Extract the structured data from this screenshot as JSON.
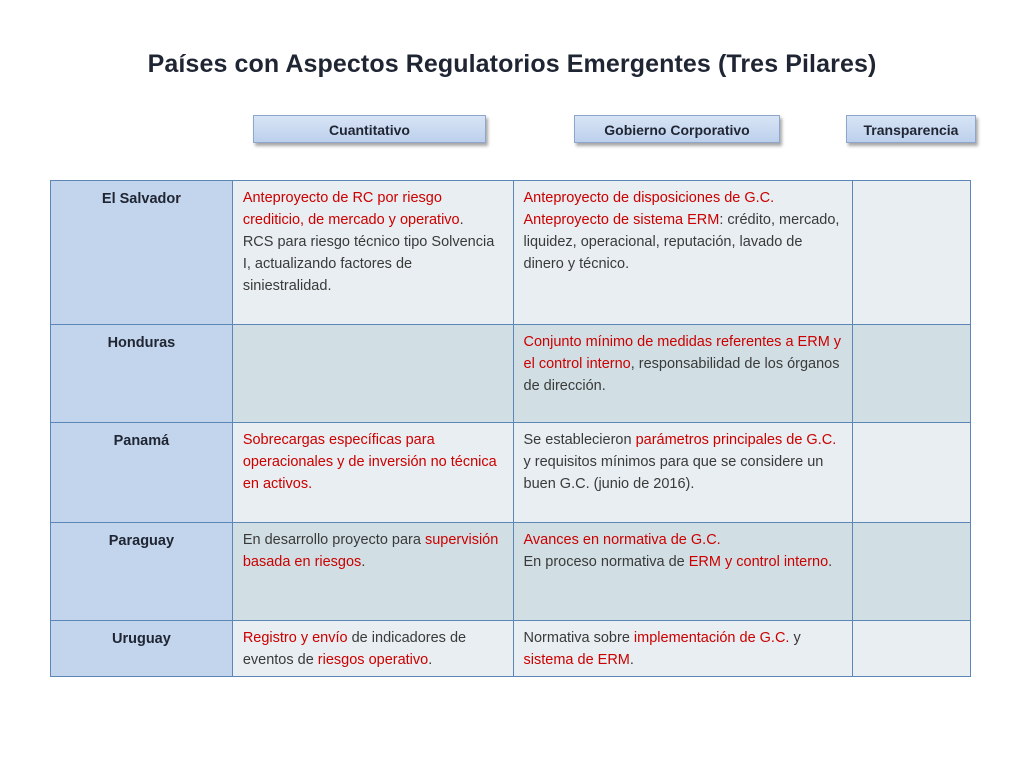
{
  "title": "Países con Aspectos Regulatorios Emergentes (Tres Pilares)",
  "pillars": [
    "Cuantitativo",
    "Gobierno Corporativo",
    "Transparencia"
  ],
  "colors": {
    "red_text": "#cc0000",
    "country_bg": "#c3d5ec",
    "border": "#5b86b5"
  },
  "rows": [
    {
      "country": "El Salvador",
      "cuantitativo": [
        [
          {
            "t": "Anteproyecto de RC por riesgo crediticio, de mercado y operativo",
            "red": true
          },
          {
            "t": ".",
            "red": false
          }
        ],
        [
          {
            "t": "RCS para riesgo técnico tipo Solvencia I, actualizando factores de siniestralidad.",
            "red": false
          }
        ]
      ],
      "gobierno": [
        [
          {
            "t": "Anteproyecto de disposiciones de G.C.",
            "red": true
          }
        ],
        [
          {
            "t": "Anteproyecto de sistema ERM",
            "red": true
          },
          {
            "t": ": crédito, mercado, liquidez, operacional, reputación, lavado de dinero y técnico.",
            "red": false
          }
        ]
      ],
      "transparencia": []
    },
    {
      "country": "Honduras",
      "cuantitativo": [],
      "gobierno": [
        [
          {
            "t": "Conjunto mínimo de medidas referentes a ERM y el control interno",
            "red": true
          },
          {
            "t": ", responsabilidad de los órganos de dirección.",
            "red": false
          }
        ]
      ],
      "transparencia": []
    },
    {
      "country": "Panamá",
      "cuantitativo": [
        [
          {
            "t": "Sobrecargas específicas para operacionales y de inversión no técnica en activos.",
            "red": true
          }
        ]
      ],
      "gobierno": [
        [
          {
            "t": "Se establecieron ",
            "red": false
          },
          {
            "t": "parámetros principales de G.C.",
            "red": true
          },
          {
            "t": " y requisitos mínimos para que se considere un buen G.C. (junio de 2016).",
            "red": false
          }
        ]
      ],
      "transparencia": []
    },
    {
      "country": "Paraguay",
      "cuantitativo": [
        [
          {
            "t": "En desarrollo proyecto para ",
            "red": false
          },
          {
            "t": "supervisión basada en riesgos",
            "red": true
          },
          {
            "t": ".",
            "red": false
          }
        ]
      ],
      "gobierno": [
        [
          {
            "t": "Avances en normativa de G.C.",
            "red": true
          }
        ],
        [
          {
            "t": "En proceso normativa de ",
            "red": false
          },
          {
            "t": "ERM  y control interno",
            "red": true
          },
          {
            "t": ".",
            "red": false
          }
        ]
      ],
      "transparencia": []
    },
    {
      "country": "Uruguay",
      "cuantitativo": [
        [
          {
            "t": "Registro y envío",
            "red": true
          },
          {
            "t": " de indicadores de eventos de ",
            "red": false
          },
          {
            "t": "riesgos operativo",
            "red": true
          },
          {
            "t": ".",
            "red": false
          }
        ]
      ],
      "gobierno": [
        [
          {
            "t": "Normativa sobre ",
            "red": false
          },
          {
            "t": "implementación de G.C.",
            "red": true
          },
          {
            "t": " y ",
            "red": false
          },
          {
            "t": "sistema de ERM",
            "red": true
          },
          {
            "t": ".",
            "red": false
          }
        ]
      ],
      "transparencia": []
    }
  ]
}
